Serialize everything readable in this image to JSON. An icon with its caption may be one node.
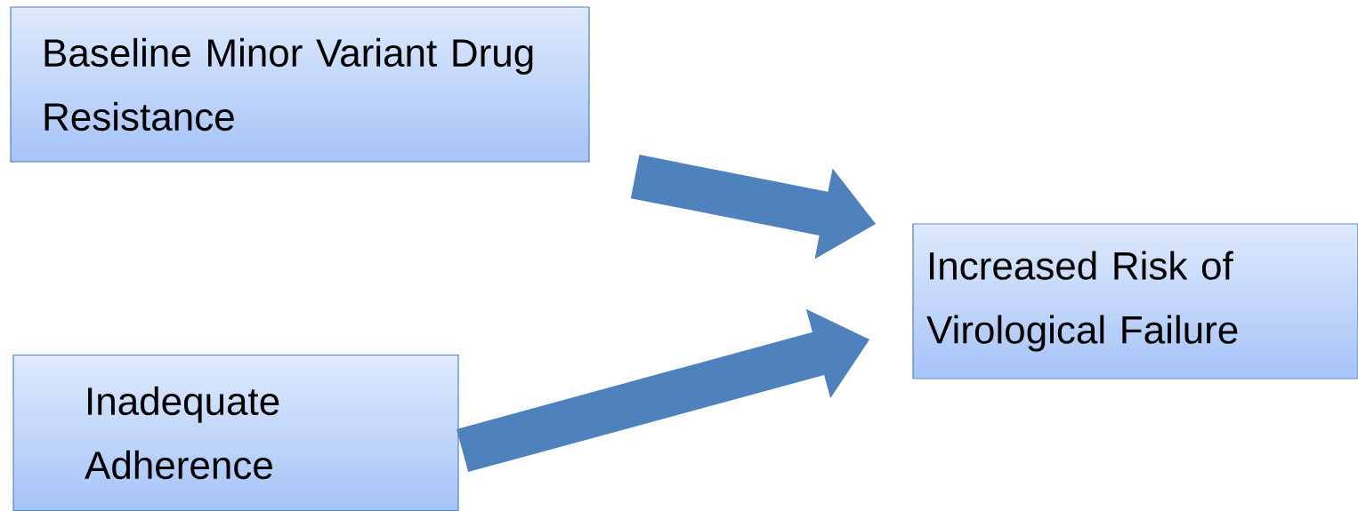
{
  "diagram": {
    "nodes": [
      {
        "text": [
          "Baseline Minor Variant Drug Resistance"
        ]
      },
      {
        "text": [
          "Inadequate Adherence"
        ]
      },
      {
        "text": [
          "Increased Risk of Virological Failure"
        ]
      }
    ],
    "edges": [
      {
        "from": 0,
        "to": 2,
        "arrow": "to"
      },
      {
        "from": 1,
        "to": 2,
        "arrow": "to"
      }
    ]
  }
}
